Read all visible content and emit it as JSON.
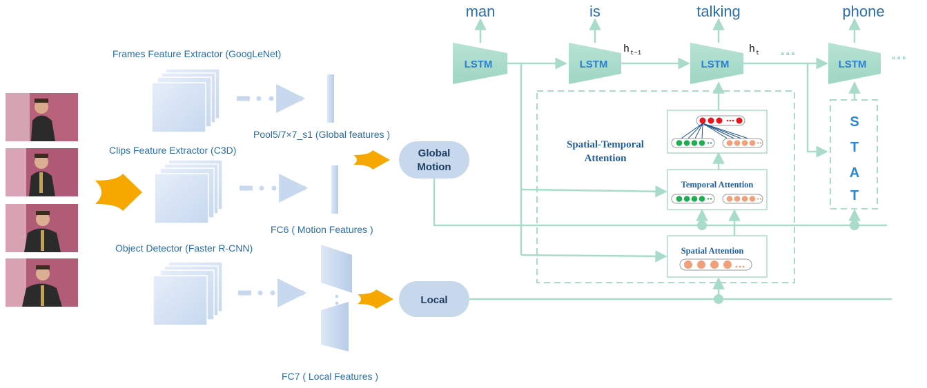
{
  "extractors": {
    "frames": "Frames Feature Extractor (GoogLeNet)",
    "clips": "Clips Feature Extractor (C3D)",
    "object": "Object Detector (Faster R-CNN)"
  },
  "features": {
    "pool": "Pool5/7×7_s1 (Global features )",
    "fc6": "FC6 ( Motion Features )",
    "fc7": "FC7 ( Local Features )"
  },
  "nodes": {
    "global_motion_line1": "Global",
    "global_motion_line2": "Motion",
    "local": "Local"
  },
  "decoder": {
    "words": [
      "man",
      "is",
      "talking",
      "phone"
    ],
    "lstm_label": "LSTM",
    "h_prev": "h",
    "h_prev_sub": "t−1",
    "h_cur": "h",
    "h_cur_sub": "t",
    "ellipsis": "∘∘∘"
  },
  "attention": {
    "spatial_temporal_line1": "Spatial-Temporal",
    "spatial_temporal_line2": "Attention",
    "temporal": "Temporal Attention",
    "spatial": "Spatial Attention"
  },
  "stat": [
    "S",
    "T",
    "A",
    "T"
  ],
  "colors": {
    "teal": "#a8dcc8",
    "blue_text": "#2a6ea8",
    "arrow_orange": "#f7a800",
    "pill": "#c8d8ec",
    "green_dot": "#1fae52",
    "orange_dot": "#f0a07a",
    "red_dot": "#e8141e"
  }
}
